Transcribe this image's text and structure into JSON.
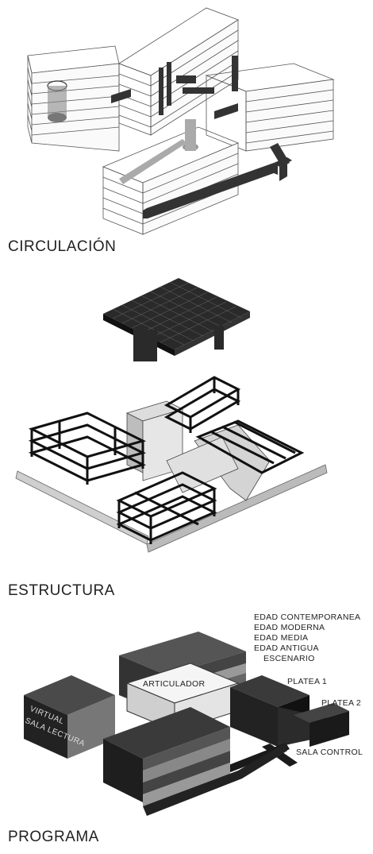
{
  "sections": [
    {
      "title": "CIRCULACIÓN"
    },
    {
      "title": "ESTRUCTURA"
    },
    {
      "title": "PROGRAMA"
    }
  ],
  "programa": {
    "labels": {
      "contemporanea": "EDAD CONTEMPORANEA",
      "moderna": "EDAD MODERNA",
      "media": "EDAD MEDIA",
      "antigua": "EDAD ANTIGUA",
      "escenario": "ESCENARIO",
      "platea1": "PLATEA 1",
      "platea2": "PLATEA 2",
      "sala_control": "SALA CONTROL",
      "articulador": "ARTICULADOR",
      "virtual": "VIRTUAL",
      "lectura": "SALA LECTURA"
    }
  }
}
